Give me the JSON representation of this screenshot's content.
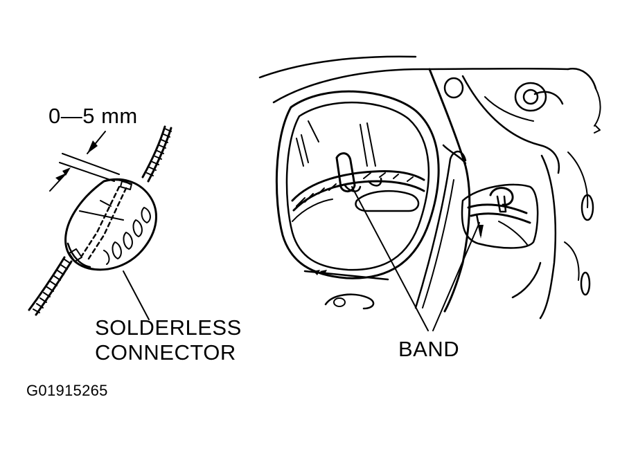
{
  "labels": {
    "dimension": "0—5 mm",
    "solderless_line1": "SOLDERLESS",
    "solderless_line2": "CONNECTOR",
    "band": "BAND",
    "figure_id": "G01915265"
  },
  "colors": {
    "ink": "#000000",
    "background": "#ffffff"
  }
}
